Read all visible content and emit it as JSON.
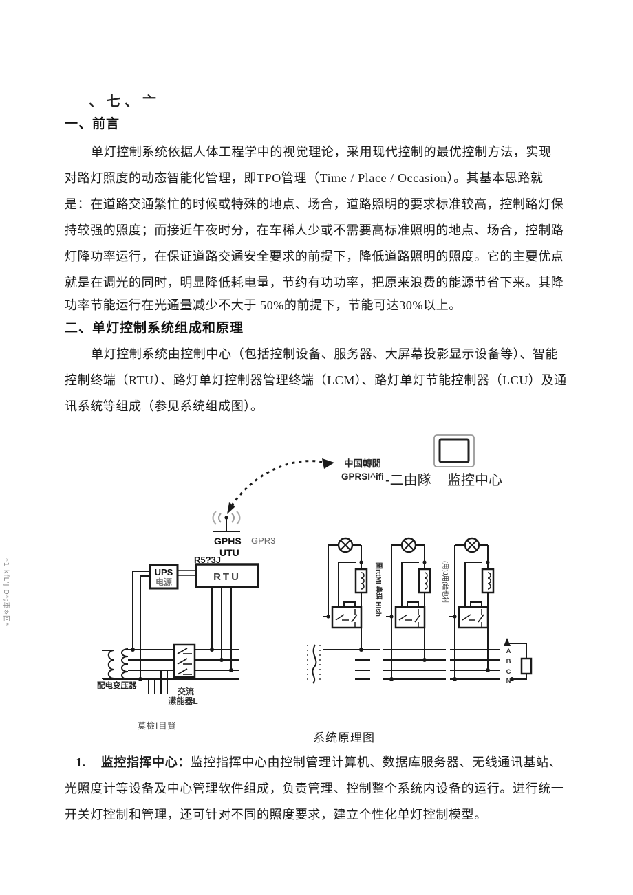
{
  "page": {
    "margin_note": "*1 kfL'J D*;車※回*",
    "intro_line": "、七、亠",
    "heading1": "一、前言",
    "para1_lines": [
      "单灯控制系统依据人体工程学中的视觉理论，采用现代控制的最优控制方法，实现",
      "对路灯照度的动态智能化管理，即TPO管理（Time / Place / Occasion）。其基本思路就",
      "是：在道路交通繁忙的时候或特殊的地点、场合，道路照明的要求标准较高，控制路灯保",
      "持较强的照度；而接近午夜时分，在车稀人少或不需要高标准照明的地点、场合，控制路",
      "灯降功率运行，在保证道路交通安全要求的前提下，降低道路照明的照度。它的主要优点",
      "就是在调光的同时，明显降低耗电量，节约有功功率，把原来浪费的能源节省下来。其降",
      "功率节能运行在光通量减少不大于 50%的前提下，节能可达30%以上。"
    ],
    "heading2": "二、单灯控制系统组成和原理",
    "para2_lines": [
      "单灯控制系统由控制中心（包括控制设备、服务器、大屏幕投影显示设备等）、智能",
      "控制终端（RTU）、路灯单灯控制器管理终端（LCM）、路灯单灯节能控制器（LCU）及通",
      "讯系统等组成（参见系统组成图）。"
    ],
    "figure_caption": "系统原理图",
    "item1": {
      "number": "1.",
      "title": "监控指挥中心：",
      "line1_rest": "监控指挥中心由控制管理计算机、数据库服务器、无线通讯基站、",
      "line2": "光照度计等设备及中心管理软件组成，负责管理、控制整个系统内设备的运行。进行统一",
      "line3": "开关灯控制和管理，还可针对不同的照度要求，建立个性化单灯控制模型。"
    }
  },
  "diagram": {
    "gprs_label_line1": "中国轉閒",
    "gprs_label_line2": "GPRSI^ifi",
    "monitor_prefix": "-二由隊",
    "monitor_label": "监控中心",
    "antenna_label_line1": "GPHS",
    "antenna_label_line2": "UTU",
    "gpr3_label": "GPR3",
    "rtu_top_label": "R5?3J",
    "ups_line1": "UPS",
    "ups_line2": "电源",
    "rtu_label": "RTU",
    "transformer_label": "配电变压器",
    "filter_label_line1": "交流",
    "filter_label_line2": "潆能器L",
    "bottom_left_label": "莫檢I目賢",
    "branch1_side_label": "圖rttMI 鼻珥 HIsh —",
    "branch2_side_label": "(用)J用(给也衬",
    "phase_labels": [
      "A",
      "B",
      "C",
      "N"
    ]
  }
}
